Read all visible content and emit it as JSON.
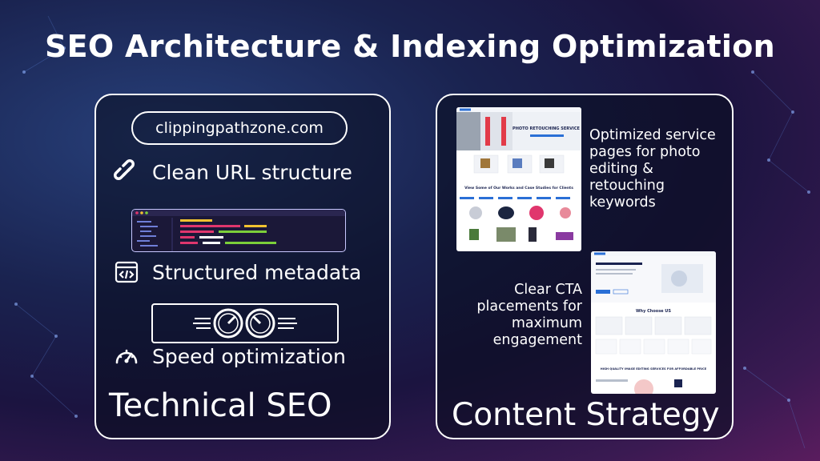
{
  "title": "SEO Architecture & Indexing Optimization",
  "left_panel": {
    "domain": "clippingpathzone.com",
    "features": [
      {
        "label": "Clean URL structure",
        "icon": "link-icon"
      },
      {
        "label": "Structured metadata",
        "icon": "code-window-icon"
      },
      {
        "label": "Speed optimization",
        "icon": "speedometer-icon"
      }
    ],
    "heading": "Technical SEO"
  },
  "right_panel": {
    "text_top": "Optimized service pages for photo editing & retouching keywords",
    "text_bottom": "Clear CTA placements for maximum engagement",
    "heading": "Content Strategy",
    "screenshot_top": {
      "banner": "PHOTO RETOUCHING SERVICE",
      "section": "View Some of Our Works and Case Studies for Clients"
    },
    "screenshot_bottom": {
      "section": "Why Choose US",
      "footer": "HIGH QUALITY IMAGE EDITING SERVICES FOR AFFORDABLE PRICE"
    }
  },
  "colors": {
    "accent_pink": "#e0366d",
    "accent_green": "#7ccf3a",
    "accent_yellow": "#f2c230"
  }
}
